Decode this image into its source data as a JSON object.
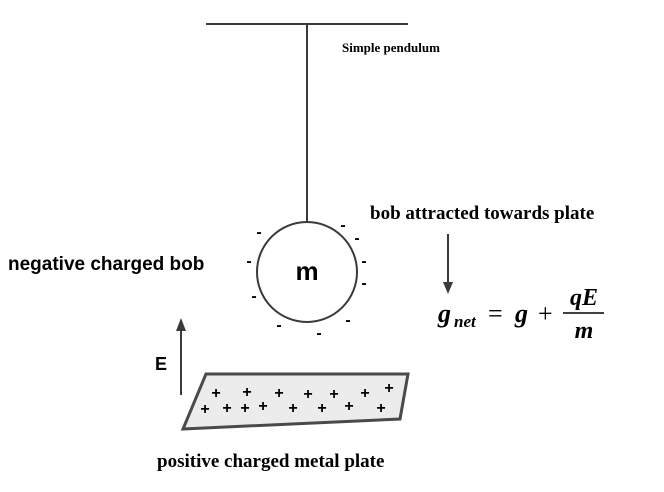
{
  "labels": {
    "pendulum_title": "Simple pendulum",
    "bob_attracted": "bob attracted towards plate",
    "negative_bob": "negative charged bob",
    "bob_mass": "m",
    "field": "E",
    "plate": "positive charged metal plate"
  },
  "equation": {
    "lhs_symbol": "g",
    "lhs_subscript": "net",
    "equals": "=",
    "g": "g",
    "plus": "+",
    "numerator": "qE",
    "denominator": "m"
  },
  "bob_charge_sign": "-",
  "plate_charge_sign": "+",
  "colors": {
    "line": "#3a3a3a",
    "bob_fill": "#ffffff",
    "plate_fill": "#ececec",
    "plate_stroke": "#4a4a4a",
    "text": "#000000"
  }
}
